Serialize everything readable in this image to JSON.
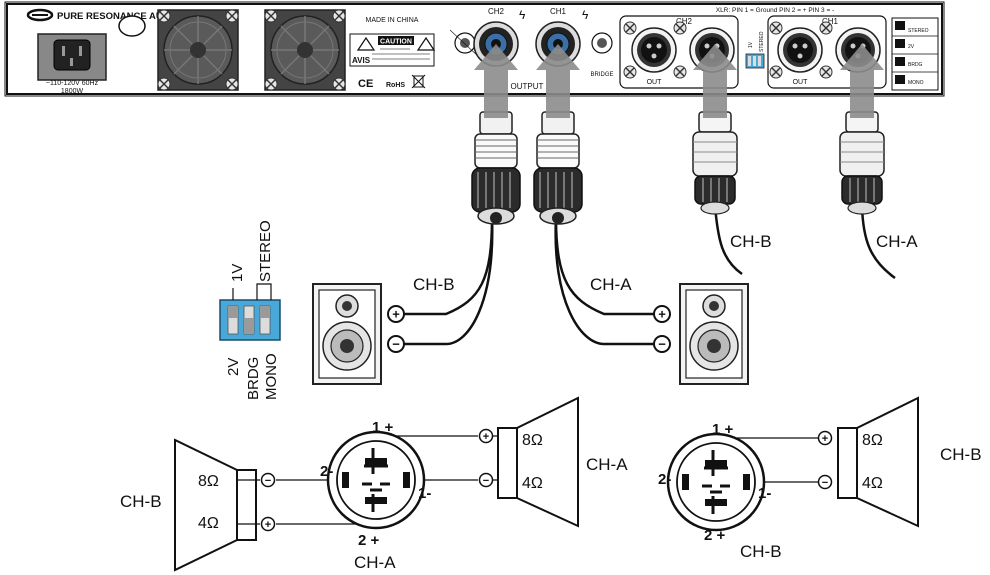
{
  "panel": {
    "brand": "PURE RESONANCE AUDIO",
    "power_rating": "~110-120V 60Hz",
    "power_watts": "1800W",
    "made_in": "MADE IN CHINA",
    "caution": "CAUTION",
    "avis": "AVIS",
    "ce_mark": "CE",
    "rohs": "RoHS",
    "ch2_label": "CH2",
    "ch1_label": "CH1",
    "output_label": "OUTPUT",
    "xlr_pin_note": "XLR: PIN 1 = Ground   PIN 2 = +   PIN 3 = -",
    "xlr_out": "OUT",
    "switch_1v": "1V",
    "switch_stereo": "STEREO",
    "switch_2v": "2V",
    "switch_brdg": "BRDG",
    "switch_mono": "MONO",
    "bridge": "BRIDGE"
  },
  "dip": {
    "label_1v": "1V",
    "label_stereo": "STEREO",
    "label_2v": "2V",
    "label_brdg": "BRDG",
    "label_mono": "MONO"
  },
  "wiring": {
    "xlr_cable_b": "CH-B",
    "xlr_cable_a": "CH-A",
    "speakon_cable_b": "CH-B",
    "speakon_cable_a": "CH-A",
    "plus": "+",
    "minus": "−"
  },
  "pinout_left": {
    "pin1": "1 +",
    "pin1m": "1-",
    "pin2m": "2-",
    "pin2": "2 +",
    "caption": "CH-A",
    "spk_a_8": "8Ω",
    "spk_a_4": "4Ω",
    "spk_a_label": "CH-A",
    "spk_b_8": "8Ω",
    "spk_b_4": "4Ω",
    "spk_b_label": "CH-B"
  },
  "pinout_right": {
    "pin1": "1 +",
    "pin1m": "1-",
    "pin2m": "2-",
    "pin2": "2 +",
    "caption": "CH-B",
    "spk_8": "8Ω",
    "spk_4": "4Ω",
    "spk_label": "CH-B"
  },
  "colors": {
    "ink": "#1a1a1a",
    "arrow": "#8c8c8c",
    "dip_blue": "#4aa8d8"
  }
}
